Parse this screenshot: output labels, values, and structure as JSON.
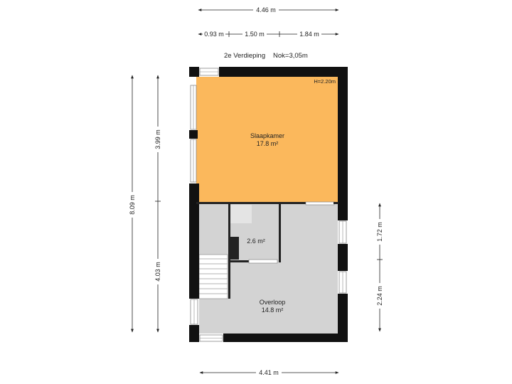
{
  "floor": {
    "title": "2e Verdieping",
    "ridge": "Nok=3,05m"
  },
  "rooms": {
    "slaapkamer": {
      "name": "Slaapkamer",
      "area": "17.8 m²",
      "height": "H=2.20m",
      "fill": "#fbb85c"
    },
    "storage": {
      "area": "2.6 m²"
    },
    "overloop": {
      "name": "Overloop",
      "area": "14.8 m²"
    }
  },
  "dimensions": {
    "top_total": "4.46 m",
    "top_seg_1": "0.93 m",
    "top_seg_2": "1.50 m",
    "top_seg_3": "1.84 m",
    "left_total": "8.09 m",
    "left_upper": "3.99 m",
    "left_lower": "4.03 m",
    "right_upper": "1.72 m",
    "right_lower": "2.24 m",
    "bottom_total": "4.41 m"
  },
  "colors": {
    "wall": "#111111",
    "floor_grey": "#d3d3d3",
    "bedroom": "#fbb85c",
    "dim_line": "#222222"
  }
}
